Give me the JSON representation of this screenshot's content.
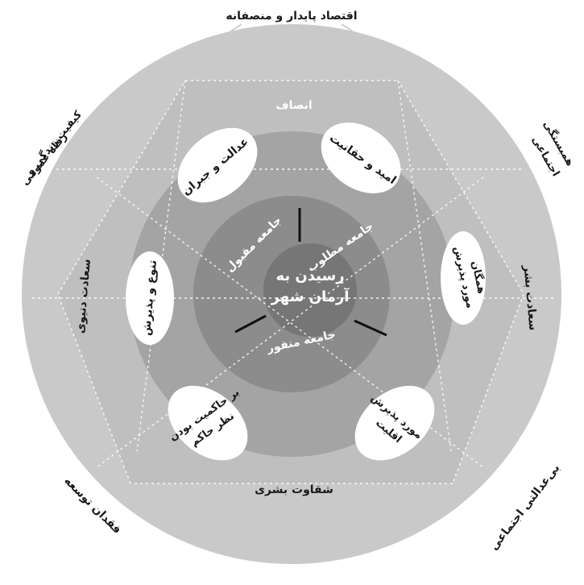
{
  "center": {
    "line1": "رسیدن به",
    "line2": "آرمان شهر"
  },
  "inner_ring": {
    "top_right": "جامعه مطلوب",
    "top_left": "جامعه مقبول",
    "bottom": "جامعه منفور"
  },
  "ovals": {
    "top_left": "عدالت و جبران",
    "top_right": "امید و حقانیت",
    "right": [
      "مورد پذیرش",
      "همگان"
    ],
    "left": "تنوع و پذیرش",
    "bottom_left": [
      "بر حاکمیت بودن",
      "نظر حاکم"
    ],
    "bottom_right": [
      "مورد پذیرش",
      "اقلیت"
    ]
  },
  "hexagon_ring": {
    "top": "انصاف",
    "left": "سعادت دنیوی",
    "right": "سعادت بشر",
    "bottom": "شقاوت بشری"
  },
  "outer_tabs": {
    "top": "اقتصاد پایدار و منصفانه",
    "top_left": [
      "کیفیت زندگی و",
      "رفاه عمومی"
    ],
    "top_right": [
      "همبستگی",
      "اجتماعی"
    ],
    "bottom_left": "فقدان توسعه",
    "bottom_right": "بی‌عدالتی اجتماعی"
  },
  "colors": {
    "outer_disc": "#c9c9c9",
    "hexagon": "#bdbdbd",
    "middle_disc": "#a4a4a4",
    "inner_disc": "#8c8c8c",
    "center_disc": "#767676",
    "oval_fill": "#ffffff",
    "tab_fill": "#ffffff",
    "dark_text": "#1a1a1a",
    "light_text": "#ffffff"
  }
}
